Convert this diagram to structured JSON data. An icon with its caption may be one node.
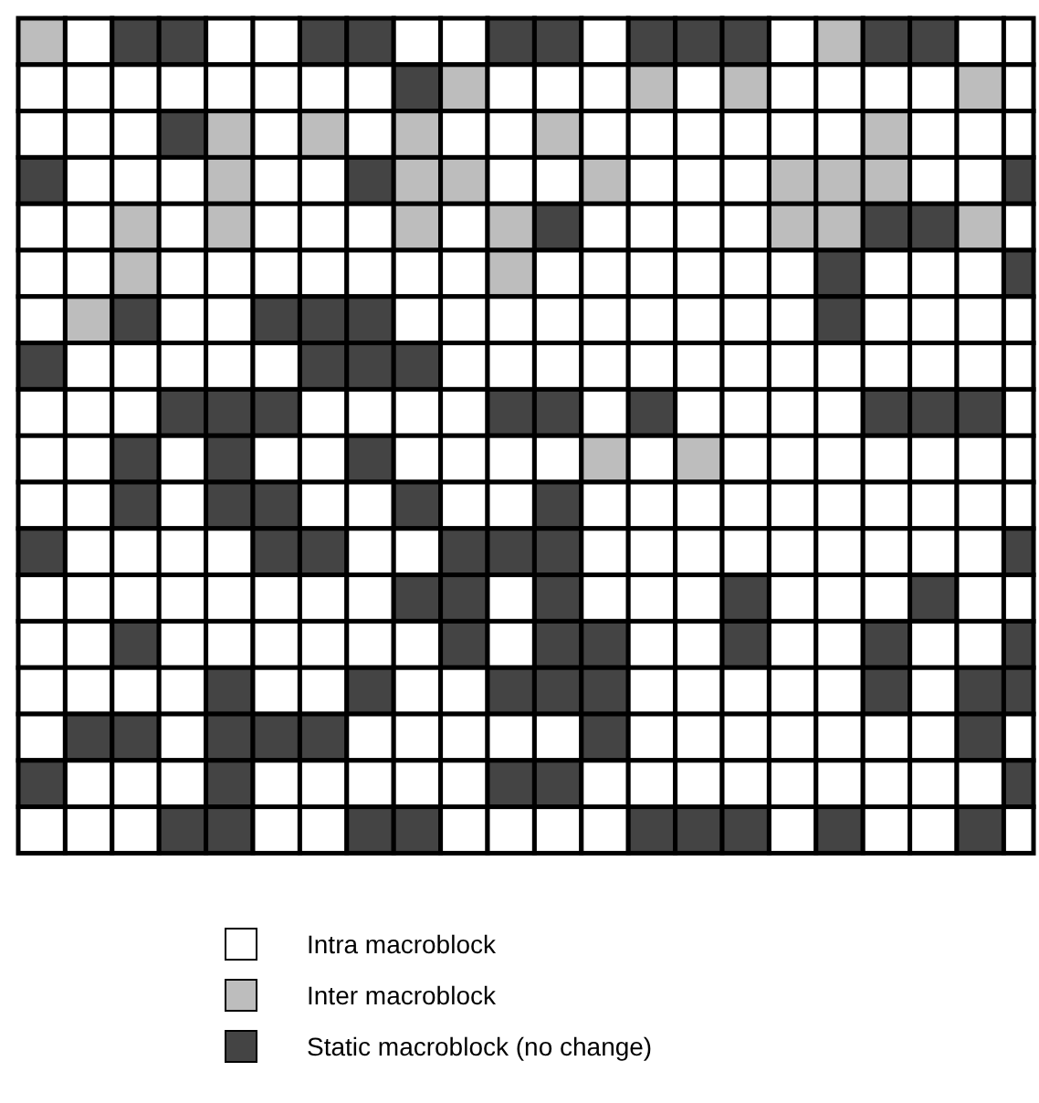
{
  "diagram": {
    "legend": [
      {
        "text": "Intra macroblock",
        "color": "#ffffff"
      },
      {
        "text": "Inter macroblock",
        "color": "#bdbdbd"
      },
      {
        "text": "Static macroblock (no change)",
        "color": "#444444"
      }
    ]
  }
}
